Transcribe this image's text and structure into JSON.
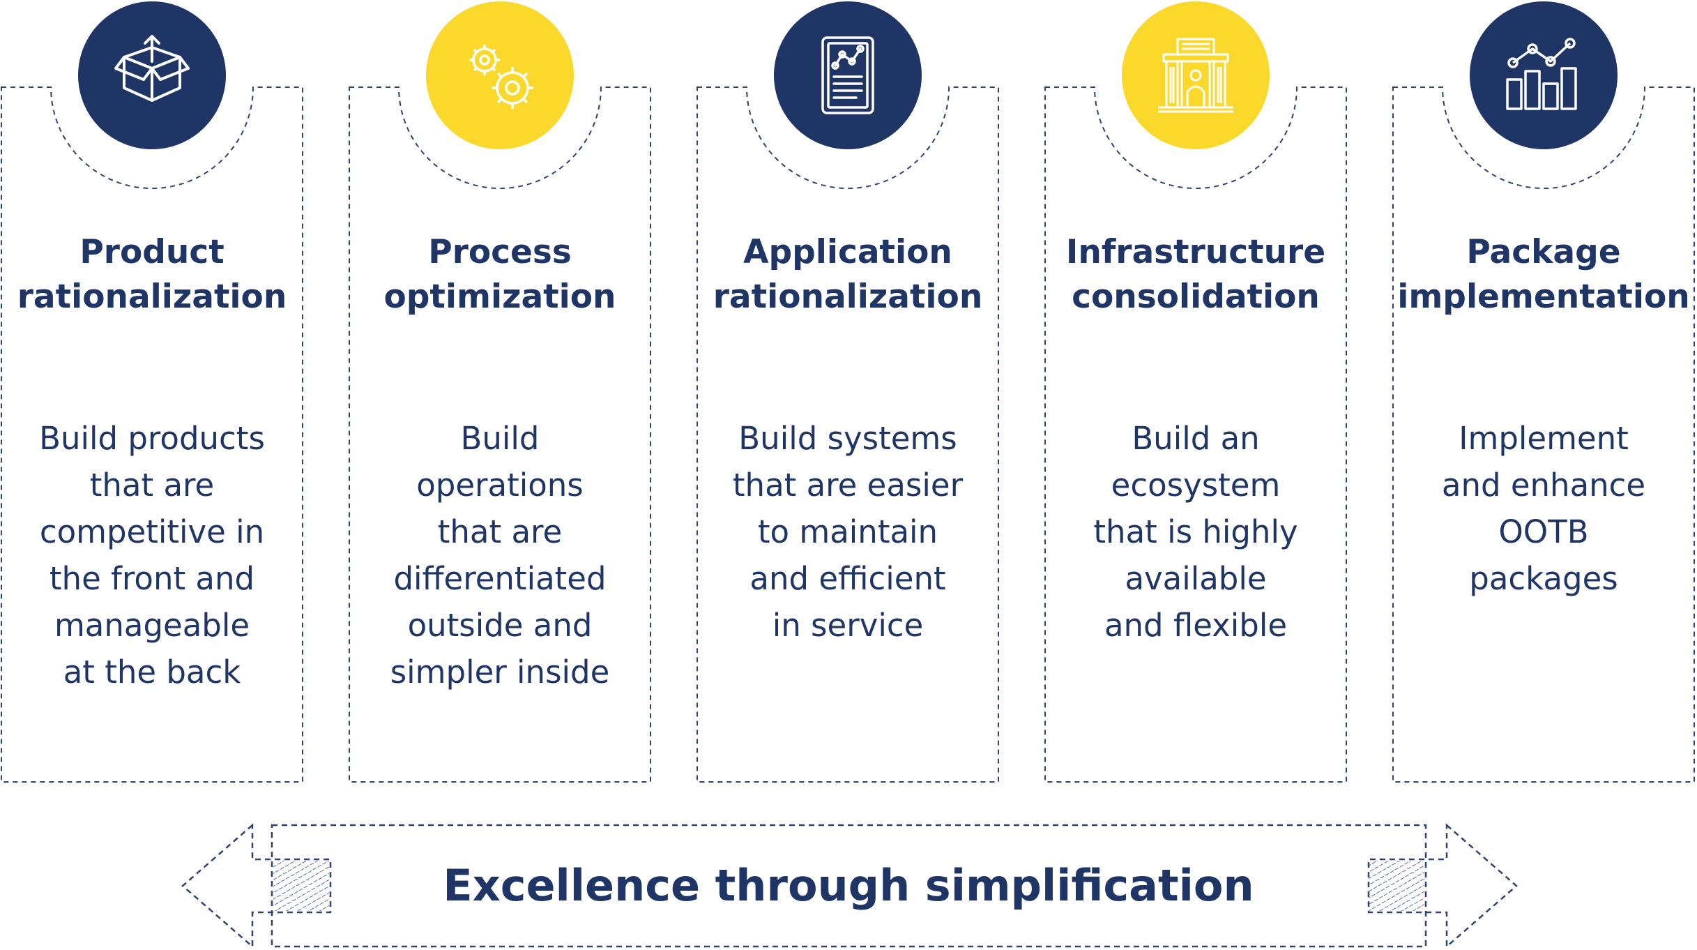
{
  "cards": [
    {
      "title_line1": "Product",
      "title_line2": "rationalization",
      "desc_lines": [
        "Build products",
        "that are",
        "competitive in",
        "the front and",
        "manageable",
        "at the back"
      ],
      "icon": "box-arrow-icon",
      "circle_color": "#1f3566"
    },
    {
      "title_line1": "Process",
      "title_line2": "optimization",
      "desc_lines": [
        "Build",
        "operations",
        "that are",
        "differentiated",
        "outside and",
        "simpler inside"
      ],
      "icon": "gears-icon",
      "circle_color": "#fbd92c"
    },
    {
      "title_line1": "Application",
      "title_line2": "rationalization",
      "desc_lines": [
        "Build systems",
        "that are easier",
        "to maintain",
        "and efficient",
        "in service"
      ],
      "icon": "document-chart-icon",
      "circle_color": "#1f3566"
    },
    {
      "title_line1": "Infrastructure",
      "title_line2": "consolidation",
      "desc_lines": [
        "Build an",
        "ecosystem",
        "that is highly",
        "available",
        "and flexible"
      ],
      "icon": "building-icon",
      "circle_color": "#fbd92c"
    },
    {
      "title_line1": "Package",
      "title_line2": "implementation",
      "desc_lines": [
        "Implement",
        "and enhance",
        "OOTB",
        "packages"
      ],
      "icon": "bar-chart-icon",
      "circle_color": "#1f3566"
    }
  ],
  "banner": {
    "text": "Excellence through simplification"
  },
  "colors": {
    "navy": "#1f3566",
    "yellow": "#fbd92c",
    "outline": "#2c4373"
  }
}
